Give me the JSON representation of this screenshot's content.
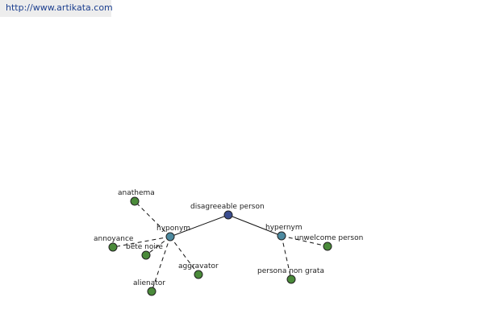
{
  "watermark": {
    "url_text": "http://www.artikata.com"
  },
  "graph": {
    "colors": {
      "root_node": "#3a4d8f",
      "relation_node": "#4d8aa0",
      "leaf_node": "#4a8a3a",
      "node_stroke": "#222222",
      "edge": "#111111"
    },
    "root": {
      "label": "disagreeable person"
    },
    "relations": [
      {
        "id": "hyponym",
        "label": "hyponym"
      },
      {
        "id": "hypernym",
        "label": "hypernym"
      }
    ],
    "leaves": [
      {
        "id": "anathema",
        "label": "anathema",
        "relation": "hyponym"
      },
      {
        "id": "annoyance",
        "label": "annoyance",
        "relation": "hyponym"
      },
      {
        "id": "bete-noire",
        "label": "bête noire",
        "relation": "hyponym"
      },
      {
        "id": "aggravator",
        "label": "aggravator",
        "relation": "hyponym"
      },
      {
        "id": "alienator",
        "label": "alienator",
        "relation": "hyponym"
      },
      {
        "id": "unwelcome-person",
        "label": "unwelcome person",
        "relation": "hypernym"
      },
      {
        "id": "persona-non-grata",
        "label": "persona non grata",
        "relation": "hypernym"
      }
    ]
  }
}
